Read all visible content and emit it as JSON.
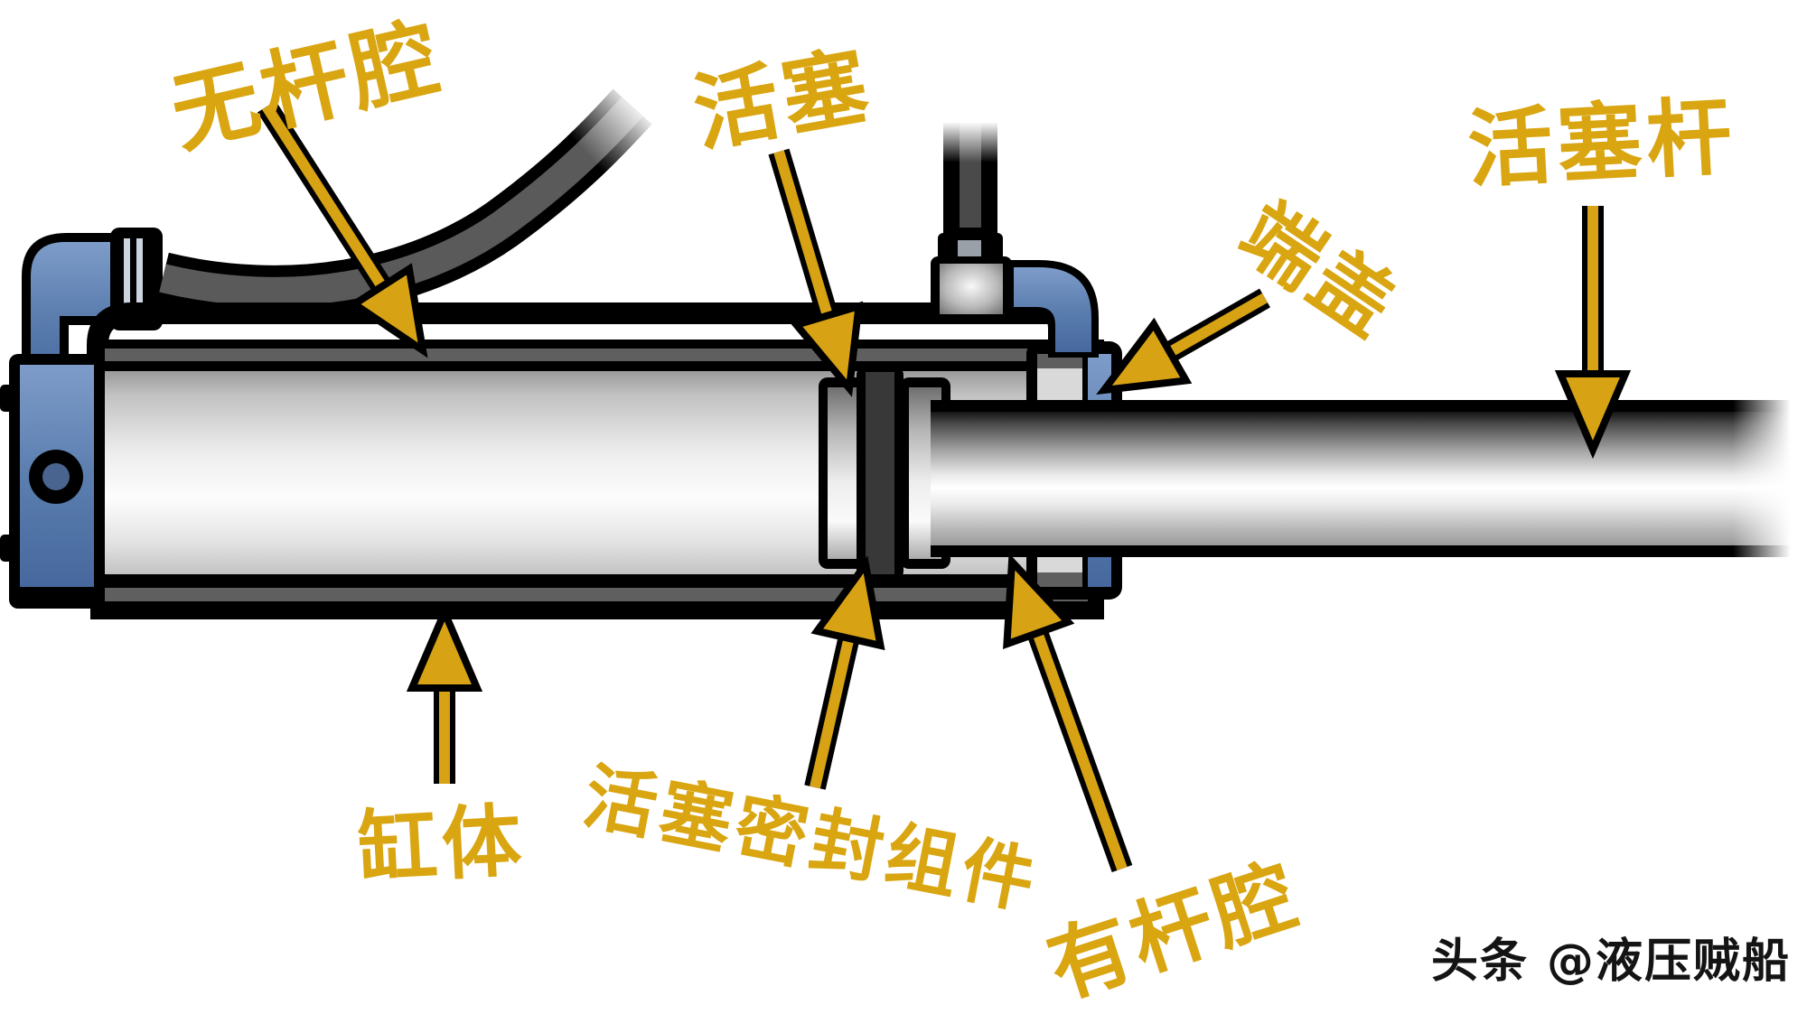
{
  "diagram": {
    "type": "hydraulic-cylinder-cross-section",
    "description": "Cutaway illustration of a double-acting hydraulic cylinder with labelled parts"
  },
  "labels": {
    "rodless_chamber": "无杆腔",
    "piston": "活塞",
    "piston_rod": "活塞杆",
    "end_cap": "端盖",
    "cylinder_body": "缸体",
    "piston_seal_assembly": "活塞密封组件",
    "rod_chamber": "有杆腔"
  },
  "watermark": {
    "text": "头条 @液压贼船"
  },
  "colors": {
    "label_gold": "#D9A511",
    "arrow_gold": "#D7A213",
    "outline_black": "#000000",
    "port_blue": "#5B7EAF",
    "port_blue_dark": "#49648F",
    "barrel_gray": "#5F5F5F",
    "cap_gray": "#D9D9D9",
    "hose_gray": "#5A5A5A",
    "seal_dark": "#383838",
    "watermark_black": "#141414",
    "background": "#FFFFFF"
  }
}
